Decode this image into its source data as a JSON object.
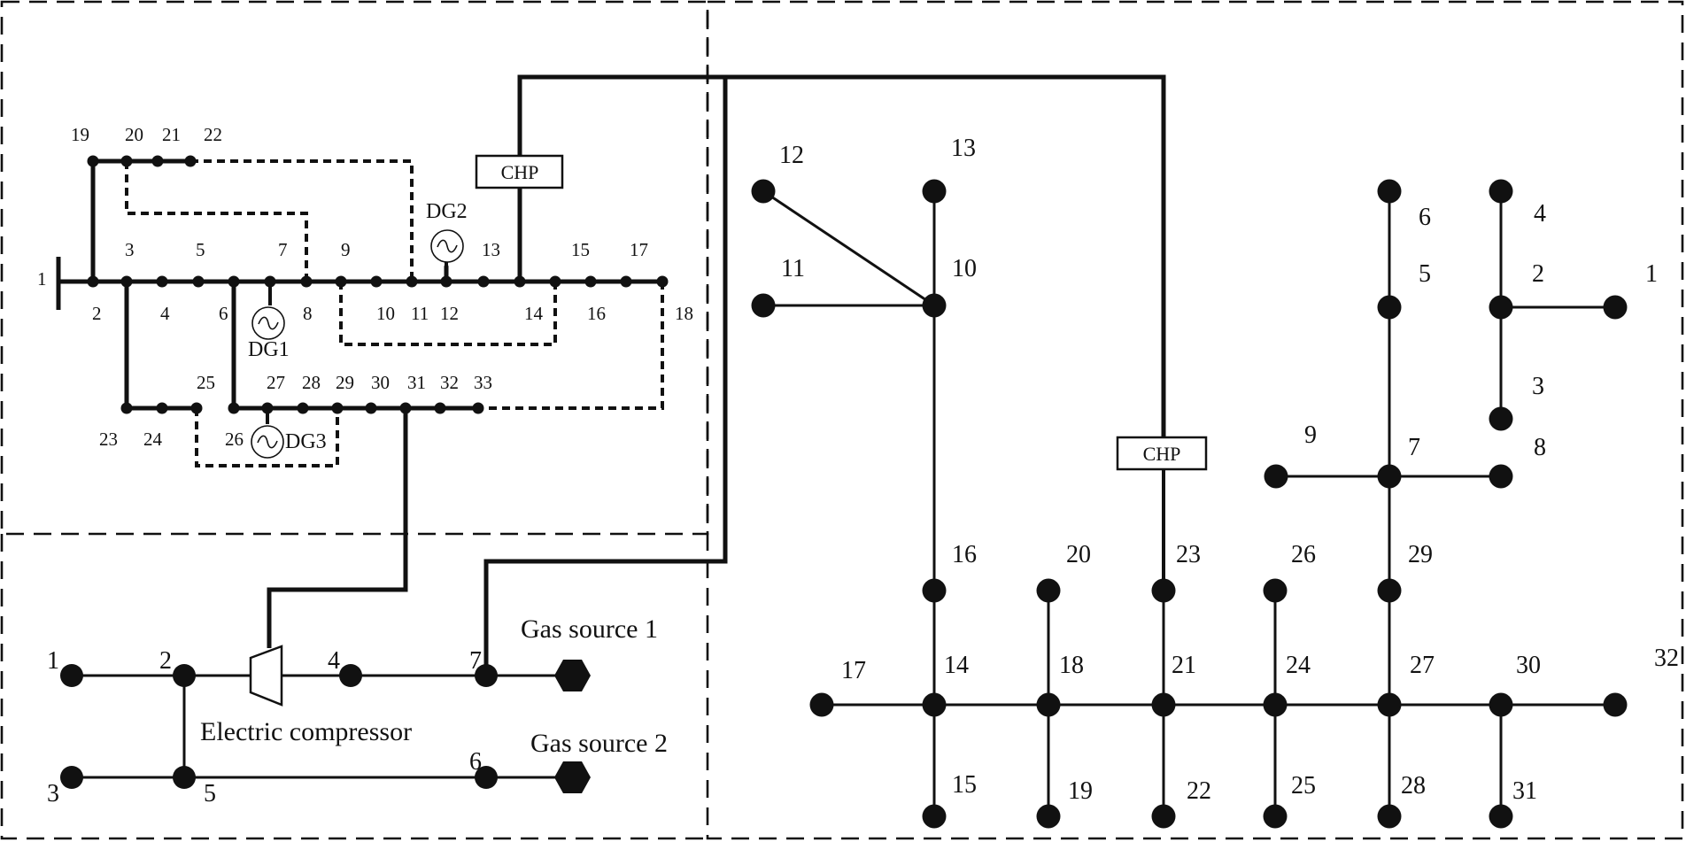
{
  "colors": {
    "ink": "#111111",
    "background": "#ffffff"
  },
  "electric_network": {
    "bus_labels": [
      "1",
      "2",
      "3",
      "4",
      "5",
      "6",
      "7",
      "8",
      "9",
      "10",
      "11",
      "12",
      "13",
      "14",
      "15",
      "16",
      "17",
      "18",
      "19",
      "20",
      "21",
      "22",
      "23",
      "24",
      "25",
      "26",
      "27",
      "28",
      "29",
      "30",
      "31",
      "32",
      "33"
    ],
    "dg_labels": [
      "DG1",
      "DG2",
      "DG3"
    ],
    "chp_label": "CHP"
  },
  "gas_network": {
    "node_labels": [
      "1",
      "2",
      "3",
      "4",
      "5",
      "6",
      "7"
    ],
    "compressor_label": "Electric compressor",
    "source_labels": [
      "Gas source 1",
      "Gas source 2"
    ]
  },
  "heat_network": {
    "node_labels": [
      "1",
      "2",
      "3",
      "4",
      "5",
      "6",
      "7",
      "8",
      "9",
      "10",
      "11",
      "12",
      "13",
      "14",
      "15",
      "16",
      "17",
      "18",
      "19",
      "20",
      "21",
      "22",
      "23",
      "24",
      "25",
      "26",
      "27",
      "28",
      "29",
      "30",
      "31",
      "32"
    ],
    "chp_label": "CHP"
  }
}
